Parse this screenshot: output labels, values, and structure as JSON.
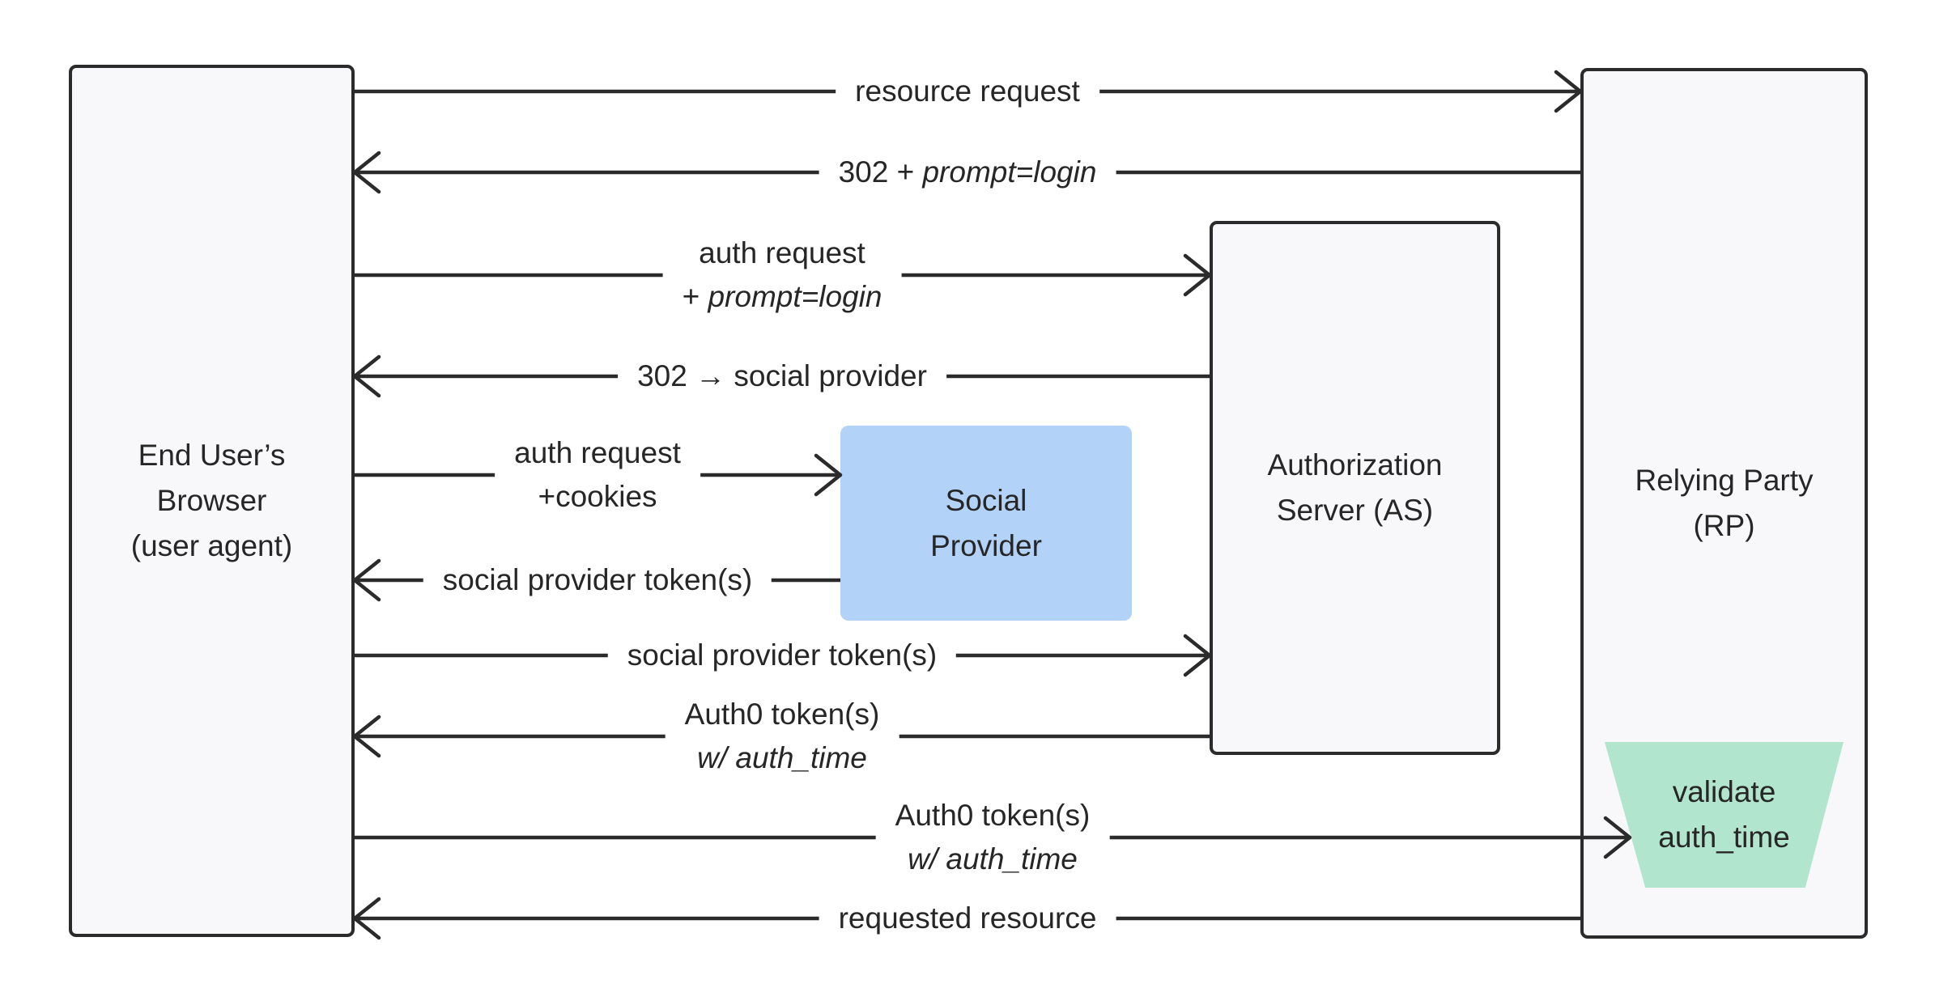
{
  "diagram": {
    "type": "sequence-flow",
    "colors": {
      "background": "#ffffff",
      "line": "#2b2b2b",
      "box_fill": "#f8f8fa",
      "box_border": "#2b2b2b",
      "social_provider_fill": "#b3d2f7",
      "validate_fill": "#b2e5cd",
      "text": "#262626"
    },
    "entities": {
      "browser": {
        "lines": [
          "End User’s",
          "Browser",
          "(user agent)"
        ]
      },
      "auth_server": {
        "lines": [
          "Authorization",
          "Server (AS)"
        ]
      },
      "relying_party": {
        "lines": [
          "Relying Party",
          "(RP)"
        ]
      },
      "social_provider": {
        "lines": [
          "Social",
          "Provider"
        ]
      },
      "validate": {
        "lines": [
          "validate",
          "auth_time"
        ]
      }
    },
    "messages": [
      {
        "id": "resource-request",
        "from": "browser",
        "to": "relying-party",
        "direction": "right",
        "text": "resource request"
      },
      {
        "id": "302-prompt-login",
        "from": "relying-party",
        "to": "browser",
        "direction": "left",
        "prefix": "302 + ",
        "italic": "prompt=login"
      },
      {
        "id": "auth-request-prompt-login",
        "from": "browser",
        "to": "auth-server",
        "direction": "right",
        "line1": "auth request",
        "line2_prefix": "+ ",
        "line2_italic": "prompt=login"
      },
      {
        "id": "302-to-social-provider",
        "from": "auth-server",
        "to": "browser",
        "direction": "left",
        "text": "302 → social provider"
      },
      {
        "id": "auth-request-cookies",
        "from": "browser",
        "to": "social-provider",
        "direction": "right",
        "line1": "auth request",
        "line2": "+cookies"
      },
      {
        "id": "social-provider-tokens-to-browser",
        "from": "social-provider",
        "to": "browser",
        "direction": "left",
        "text": "social provider token(s)"
      },
      {
        "id": "social-provider-tokens-to-as",
        "from": "browser",
        "to": "auth-server",
        "direction": "right",
        "text": "social provider token(s)"
      },
      {
        "id": "auth0-tokens-to-browser",
        "from": "auth-server",
        "to": "browser",
        "direction": "left",
        "line1": "Auth0 token(s)",
        "line2_italic": "w/ auth_time"
      },
      {
        "id": "auth0-tokens-to-rp",
        "from": "browser",
        "to": "validate-auth-time",
        "direction": "right",
        "line1": "Auth0 token(s)",
        "line2_italic": "w/ auth_time"
      },
      {
        "id": "requested-resource",
        "from": "relying-party",
        "to": "browser",
        "direction": "left",
        "text": "requested resource"
      }
    ]
  }
}
